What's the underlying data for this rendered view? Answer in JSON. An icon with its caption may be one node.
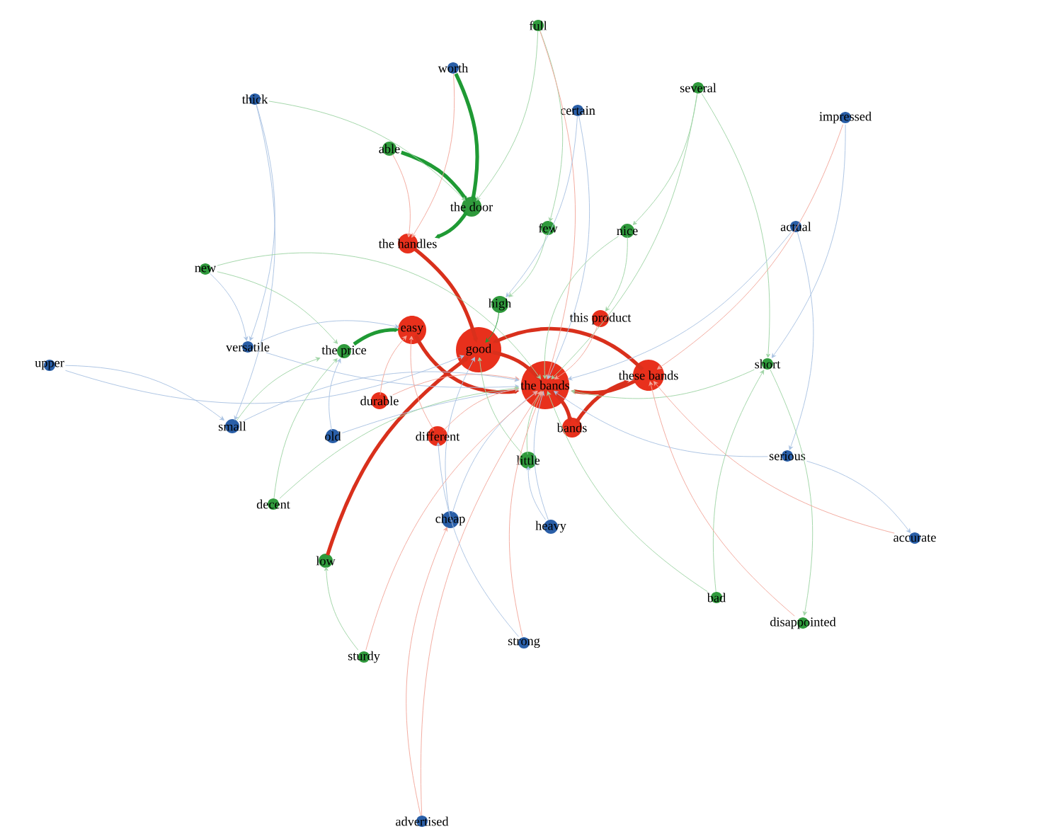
{
  "diagram": {
    "nodes": [
      {
        "text": [
          "full"
        ]
      },
      {
        "text": [
          "worth"
        ]
      },
      {
        "text": [
          "thick"
        ]
      },
      {
        "text": [
          "several"
        ]
      },
      {
        "text": [
          "certain"
        ]
      },
      {
        "text": [
          "impressed"
        ]
      },
      {
        "text": [
          "able"
        ]
      },
      {
        "text": [
          "the door"
        ]
      },
      {
        "text": [
          "the handles"
        ]
      },
      {
        "text": [
          "few"
        ]
      },
      {
        "text": [
          "nice"
        ]
      },
      {
        "text": [
          "actual"
        ]
      },
      {
        "text": [
          "new"
        ]
      },
      {
        "text": [
          "high"
        ]
      },
      {
        "text": [
          "this product"
        ]
      },
      {
        "text": [
          "easy"
        ]
      },
      {
        "text": [
          "versatile"
        ]
      },
      {
        "text": [
          "the price"
        ]
      },
      {
        "text": [
          "good"
        ]
      },
      {
        "text": [
          "upper"
        ]
      },
      {
        "text": [
          "short"
        ]
      },
      {
        "text": [
          "these bands"
        ]
      },
      {
        "text": [
          "the bands"
        ]
      },
      {
        "text": [
          "durable"
        ]
      },
      {
        "text": [
          "small"
        ]
      },
      {
        "text": [
          "old"
        ]
      },
      {
        "text": [
          "different"
        ]
      },
      {
        "text": [
          "bands"
        ]
      },
      {
        "text": [
          "serious"
        ]
      },
      {
        "text": [
          "little"
        ]
      },
      {
        "text": [
          "decent"
        ]
      },
      {
        "text": [
          "cheap"
        ]
      },
      {
        "text": [
          "heavy"
        ]
      },
      {
        "text": [
          "accurate"
        ]
      },
      {
        "text": [
          "low"
        ]
      },
      {
        "text": [
          "bad"
        ]
      },
      {
        "text": [
          "disappointed"
        ]
      },
      {
        "text": [
          "sturdy"
        ]
      },
      {
        "text": [
          "strong"
        ]
      },
      {
        "text": [
          "advertised"
        ]
      }
    ],
    "edges": [
      {
        "from": 1,
        "to": 7,
        "arrow": "to",
        "style": "thick",
        "color": "#1f9a34"
      },
      {
        "from": 6,
        "to": 7,
        "arrow": "to",
        "style": "thick",
        "color": "#1f9a34"
      },
      {
        "from": 7,
        "to": 8,
        "arrow": "to",
        "style": "thick",
        "color": "#1f9a34"
      },
      {
        "from": 8,
        "to": 18,
        "arrow": "to",
        "style": "thick",
        "color": "#d9301c"
      },
      {
        "from": 17,
        "to": 15,
        "arrow": "to",
        "style": "thick",
        "color": "#1f9a34"
      },
      {
        "from": 18,
        "to": 22,
        "arrow": "to",
        "style": "thick",
        "color": "#d9301c"
      },
      {
        "from": 21,
        "to": 18,
        "arrow": "to",
        "style": "thick",
        "color": "#d9301c"
      },
      {
        "from": 21,
        "to": 22,
        "arrow": "to",
        "style": "thick",
        "color": "#d9301c"
      },
      {
        "from": 27,
        "to": 21,
        "arrow": "to",
        "style": "thick",
        "color": "#d9301c"
      },
      {
        "from": 34,
        "to": 18,
        "arrow": "to",
        "style": "thick",
        "color": "#d9301c"
      },
      {
        "from": 15,
        "to": 22,
        "arrow": "to",
        "style": "thick",
        "color": "#d9301c"
      },
      {
        "from": 22,
        "to": 27,
        "arrow": "to",
        "style": "thick",
        "color": "#d9301c"
      },
      {
        "from": 13,
        "to": 18,
        "arrow": "to",
        "color": "#1f9a34"
      },
      {
        "from": 0,
        "to": 7,
        "arrow": "to",
        "color": "#9fd4a5"
      },
      {
        "from": 0,
        "to": 9,
        "arrow": "to",
        "color": "#9fd4a5"
      },
      {
        "from": 0,
        "to": 22,
        "arrow": "to",
        "color": "#f2a79b"
      },
      {
        "from": 1,
        "to": 8,
        "arrow": "to",
        "color": "#f2a79b"
      },
      {
        "from": 2,
        "to": 7,
        "arrow": "to",
        "color": "#9fd4a5"
      },
      {
        "from": 2,
        "to": 24,
        "arrow": "to",
        "color": "#a9c2e2"
      },
      {
        "from": 2,
        "to": 16,
        "arrow": "to",
        "color": "#a9c2e2"
      },
      {
        "from": 3,
        "to": 10,
        "arrow": "to",
        "color": "#9fd4a5"
      },
      {
        "from": 3,
        "to": 20,
        "arrow": "to",
        "color": "#9fd4a5"
      },
      {
        "from": 3,
        "to": 22,
        "arrow": "to",
        "color": "#9fd4a5"
      },
      {
        "from": 4,
        "to": 22,
        "arrow": "to",
        "color": "#a9c2e2"
      },
      {
        "from": 4,
        "to": 13,
        "arrow": "to",
        "color": "#a9c2e2"
      },
      {
        "from": 5,
        "to": 21,
        "arrow": "to",
        "color": "#f2a79b"
      },
      {
        "from": 5,
        "to": 20,
        "arrow": "to",
        "color": "#a9c2e2"
      },
      {
        "from": 6,
        "to": 8,
        "arrow": "to",
        "color": "#f2a79b"
      },
      {
        "from": 9,
        "to": 13,
        "arrow": "to",
        "color": "#9fd4a5"
      },
      {
        "from": 10,
        "to": 22,
        "arrow": "to",
        "color": "#9fd4a5"
      },
      {
        "from": 10,
        "to": 14,
        "arrow": "to",
        "color": "#9fd4a5"
      },
      {
        "from": 11,
        "to": 22,
        "arrow": "to",
        "color": "#a9c2e2"
      },
      {
        "from": 11,
        "to": 28,
        "arrow": "to",
        "color": "#a9c2e2"
      },
      {
        "from": 12,
        "to": 17,
        "arrow": "to",
        "color": "#9fd4a5"
      },
      {
        "from": 12,
        "to": 22,
        "arrow": "to",
        "color": "#9fd4a5"
      },
      {
        "from": 12,
        "to": 16,
        "arrow": "to",
        "color": "#a9c2e2"
      },
      {
        "from": 14,
        "to": 22,
        "arrow": "to",
        "color": "#f2a79b"
      },
      {
        "from": 16,
        "to": 22,
        "arrow": "to",
        "color": "#a9c2e2"
      },
      {
        "from": 16,
        "to": 15,
        "arrow": "to",
        "color": "#a9c2e2"
      },
      {
        "from": 19,
        "to": 24,
        "arrow": "to",
        "color": "#a9c2e2"
      },
      {
        "from": 19,
        "to": 18,
        "arrow": "to",
        "color": "#a9c2e2"
      },
      {
        "from": 20,
        "to": 22,
        "arrow": "to",
        "color": "#9fd4a5"
      },
      {
        "from": 20,
        "to": 36,
        "arrow": "to",
        "color": "#9fd4a5"
      },
      {
        "from": 23,
        "to": 22,
        "arrow": "to",
        "color": "#f2a79b"
      },
      {
        "from": 24,
        "to": 22,
        "arrow": "to",
        "color": "#a9c2e2"
      },
      {
        "from": 25,
        "to": 22,
        "arrow": "to",
        "color": "#a9c2e2"
      },
      {
        "from": 24,
        "to": 17,
        "arrow": "to",
        "color": "#9fd4a5"
      },
      {
        "from": 26,
        "to": 22,
        "arrow": "to",
        "color": "#f2a79b"
      },
      {
        "from": 26,
        "to": 15,
        "arrow": "to",
        "color": "#f2a79b"
      },
      {
        "from": 28,
        "to": 22,
        "arrow": "to",
        "color": "#a9c2e2"
      },
      {
        "from": 28,
        "to": 33,
        "arrow": "to",
        "color": "#a9c2e2"
      },
      {
        "from": 29,
        "to": 22,
        "arrow": "to",
        "color": "#9fd4a5"
      },
      {
        "from": 29,
        "to": 18,
        "arrow": "to",
        "color": "#9fd4a5"
      },
      {
        "from": 30,
        "to": 22,
        "arrow": "to",
        "color": "#9fd4a5"
      },
      {
        "from": 30,
        "to": 17,
        "arrow": "to",
        "color": "#9fd4a5"
      },
      {
        "from": 31,
        "to": 18,
        "arrow": "to",
        "color": "#a9c2e2"
      },
      {
        "from": 31,
        "to": 22,
        "arrow": "to",
        "color": "#a9c2e2"
      },
      {
        "from": 32,
        "to": 22,
        "arrow": "to",
        "color": "#a9c2e2"
      },
      {
        "from": 32,
        "to": 29,
        "arrow": "to",
        "color": "#a9c2e2"
      },
      {
        "from": 33,
        "to": 21,
        "arrow": "to",
        "color": "#f2a79b"
      },
      {
        "from": 35,
        "to": 22,
        "arrow": "to",
        "color": "#9fd4a5"
      },
      {
        "from": 35,
        "to": 20,
        "arrow": "to",
        "color": "#9fd4a5"
      },
      {
        "from": 36,
        "to": 21,
        "arrow": "to",
        "color": "#f2a79b"
      },
      {
        "from": 37,
        "to": 22,
        "arrow": "to",
        "color": "#f2a79b"
      },
      {
        "from": 37,
        "to": 34,
        "arrow": "to",
        "color": "#9fd4a5"
      },
      {
        "from": 38,
        "to": 22,
        "arrow": "to",
        "color": "#f2a79b"
      },
      {
        "from": 38,
        "to": 26,
        "arrow": "to",
        "color": "#a9c2e2"
      },
      {
        "from": 39,
        "to": 22,
        "arrow": "to",
        "color": "#f2a79b"
      },
      {
        "from": 39,
        "to": 31,
        "arrow": "to",
        "color": "#f2a79b"
      },
      {
        "from": 25,
        "to": 17,
        "arrow": "to",
        "color": "#a9c2e2"
      },
      {
        "from": 23,
        "to": 15,
        "arrow": "to",
        "color": "#f2a79b"
      }
    ]
  }
}
